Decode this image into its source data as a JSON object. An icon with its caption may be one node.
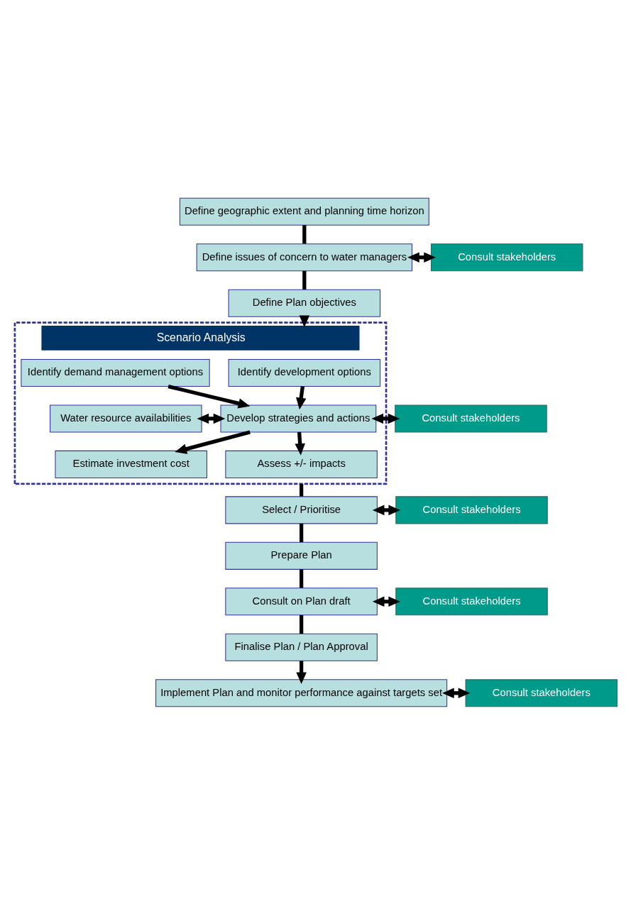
{
  "diagram": {
    "nodes": [
      {
        "text": [
          "Define geographic extent and planning time horizon"
        ]
      },
      {
        "text": [
          "Define issues of concern to water managers"
        ]
      },
      {
        "text": [
          "Consult stakeholders"
        ]
      },
      {
        "text": [
          "Define Plan objectives"
        ]
      },
      {
        "text": [
          "Scenario Analysis"
        ]
      },
      {
        "text": [
          "Identify development options"
        ],
        "in": 4
      },
      {
        "text": [
          "Identify demand management options"
        ],
        "in": 4
      },
      {
        "text": [
          "Water resource availabilities"
        ],
        "in": 4
      },
      {
        "text": [
          "Develop strategies and actions"
        ],
        "in": 4
      },
      {
        "text": [
          "Consult stakeholders"
        ]
      },
      {
        "text": [
          "Estimate investment cost"
        ],
        "in": 4
      },
      {
        "text": [
          "Assess +/- impacts"
        ],
        "in": 4
      },
      {
        "text": [
          "Select / Prioritise"
        ]
      },
      {
        "text": [
          "Consult stakeholders"
        ]
      },
      {
        "text": [
          "Prepare Plan"
        ]
      },
      {
        "text": [
          "Consult on Plan draft"
        ]
      },
      {
        "text": [
          "Consult stakeholders"
        ]
      },
      {
        "text": [
          "Finalise Plan / Plan Approval"
        ]
      },
      {
        "text": [
          "Implement Plan and monitor performance against targets set"
        ]
      },
      {
        "text": [
          "Consult stakeholders"
        ]
      }
    ],
    "edges": [
      {
        "from": 0,
        "to": 1,
        "arrow": "none"
      },
      {
        "from": 1,
        "to": 2,
        "arrow": "both"
      },
      {
        "from": 1,
        "to": 3,
        "arrow": "none"
      },
      {
        "from": 3,
        "to": 4,
        "arrow": "to"
      },
      {
        "from": 5,
        "to": 8,
        "arrow": "to"
      },
      {
        "from": 6,
        "to": 8,
        "arrow": "to"
      },
      {
        "from": 7,
        "to": 8,
        "arrow": "both"
      },
      {
        "from": 8,
        "to": 9,
        "arrow": "both"
      },
      {
        "from": 8,
        "to": 10,
        "arrow": "to"
      },
      {
        "from": 8,
        "to": 11,
        "arrow": "to"
      },
      {
        "from": 4,
        "to": 12,
        "arrow": "none"
      },
      {
        "from": 12,
        "to": 13,
        "arrow": "both"
      },
      {
        "from": 12,
        "to": 14,
        "arrow": "none"
      },
      {
        "from": 14,
        "to": 15,
        "arrow": "none"
      },
      {
        "from": 15,
        "to": 16,
        "arrow": "both"
      },
      {
        "from": 15,
        "to": 17,
        "arrow": "none"
      },
      {
        "from": 17,
        "to": 18,
        "arrow": "to"
      },
      {
        "from": 18,
        "to": 19,
        "arrow": "both"
      }
    ]
  }
}
